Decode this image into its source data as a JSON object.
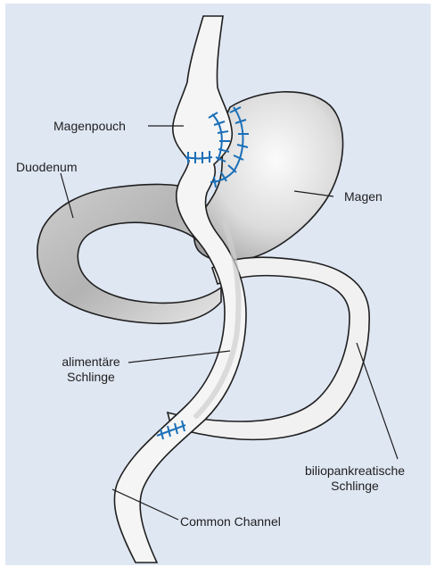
{
  "labels": {
    "magenpouch": "Magenpouch",
    "duodenum": "Duodenum",
    "magen": "Magen",
    "alimentaere_line1": "alimentäre",
    "alimentaere_line2": "Schlinge",
    "bilio_line1": "biliopankreatische",
    "bilio_line2": "Schlinge",
    "common_channel": "Common Channel"
  },
  "colors": {
    "background": "#dfe7f3",
    "organ_light": "#f4f4f4",
    "organ_dark": "#a9a9a9",
    "outline": "#1f1f1f",
    "suture": "#1a6fb8"
  }
}
